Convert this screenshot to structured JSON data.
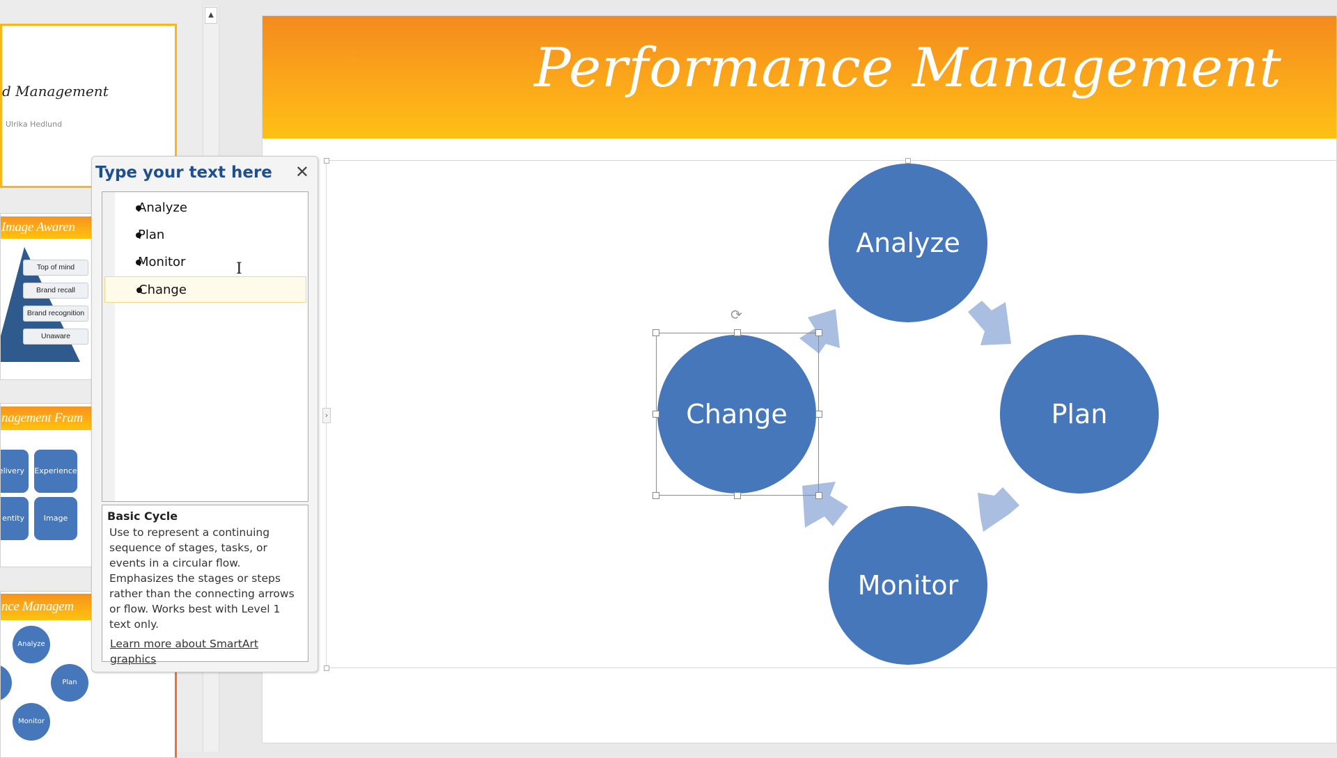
{
  "thumbnails": {
    "slide1": {
      "title": "d Management",
      "author": "Ulrika Hedlund"
    },
    "slide2": {
      "title": "Image Awaren",
      "items": [
        "Top of mind",
        "Brand recall",
        "Brand recognition",
        "Unaware"
      ]
    },
    "slide3": {
      "title": "nagement Fram",
      "boxes": [
        "elivery",
        "Experience",
        "entity",
        "Image"
      ]
    },
    "slide4": {
      "title": "nce Managem",
      "circles": [
        "Analyze",
        "Plan",
        "Monitor"
      ]
    }
  },
  "slide": {
    "title": "Performance Management",
    "smartart": {
      "nodes": [
        "Analyze",
        "Plan",
        "Monitor",
        "Change"
      ],
      "selected": "Change",
      "node_color": "#4677bb",
      "arrow_color": "#a9bee0"
    }
  },
  "text_pane": {
    "title": "Type your text here",
    "close_icon": "close-icon",
    "items": [
      "Analyze",
      "Plan",
      "Monitor",
      "Change"
    ],
    "active_item": "Change",
    "layout_name": "Basic Cycle",
    "layout_description": "Use to represent a continuing sequence of stages, tasks, or events in a circular flow. Emphasizes the stages or steps rather than the connecting arrows or flow. Works best with Level 1 text only.",
    "learn_more": "Learn more about SmartArt graphics"
  },
  "colors": {
    "accent_orange": "#f7931e",
    "title_blue": "#1d4f91"
  }
}
